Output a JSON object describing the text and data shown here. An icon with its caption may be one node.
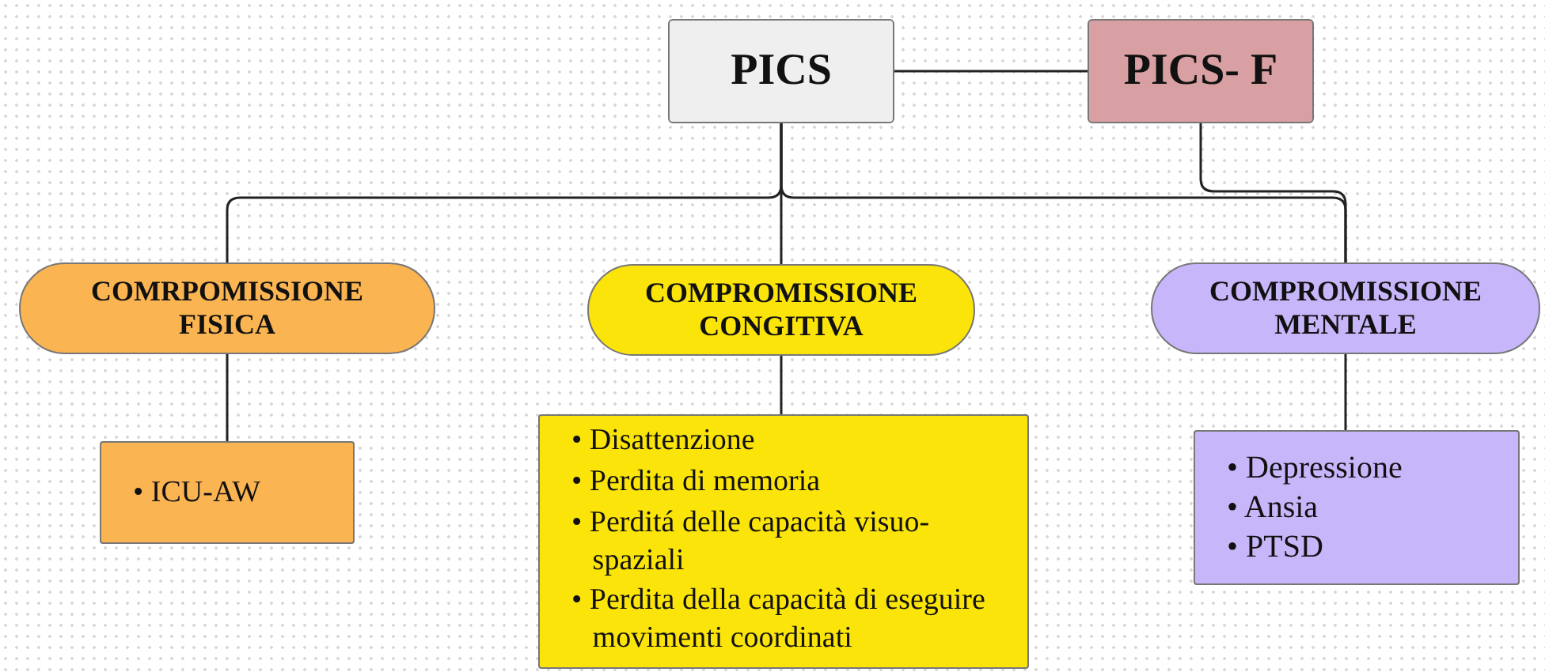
{
  "diagram": {
    "nodes": [
      {
        "text": [
          "PICS"
        ]
      },
      {
        "text": [
          "PICS- F"
        ]
      },
      {
        "text": [
          "COMRPOMISSIONE FISICA"
        ]
      },
      {
        "text": [
          "COMPROMISSIONE CONGITIVA"
        ]
      },
      {
        "text": [
          "COMPROMISSIONE MENTALE"
        ]
      },
      {
        "text": [
          "• ICU-AW"
        ]
      },
      {
        "text": [
          "• Disattenzione",
          "• Perdita di memoria",
          "• Perditá delle capacità visuo-spaziali",
          "• Perdita della capacità di eseguire movimenti coordinati"
        ]
      },
      {
        "text": [
          "• Depressione",
          "• Ansia",
          "• PTSD"
        ]
      }
    ],
    "edges": [
      {
        "from": 0,
        "to": 1,
        "arrow": "none"
      },
      {
        "from": 0,
        "to": 2,
        "arrow": "none"
      },
      {
        "from": 0,
        "to": 3,
        "arrow": "none"
      },
      {
        "from": 0,
        "to": 4,
        "arrow": "none"
      },
      {
        "from": 1,
        "to": 4,
        "arrow": "none"
      },
      {
        "from": 2,
        "to": 5,
        "arrow": "none"
      },
      {
        "from": 3,
        "to": 6,
        "arrow": "none"
      },
      {
        "from": 4,
        "to": 7,
        "arrow": "none"
      }
    ]
  }
}
